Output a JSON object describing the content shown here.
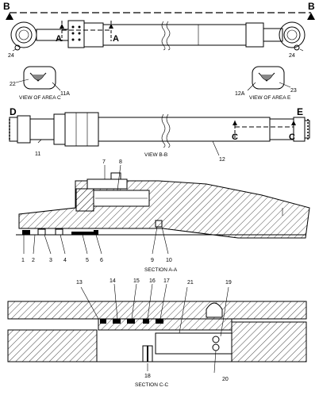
{
  "callouts": {
    "c24_left": "24",
    "c24_right": "24",
    "c22": "22",
    "c11a": "11A",
    "c12a": "12A",
    "c23": "23",
    "c11": "11",
    "c12": "12",
    "c7": "7",
    "c8": "8",
    "c1": "1",
    "c2": "2",
    "c3": "3",
    "c4": "4",
    "c5": "5",
    "c6": "6",
    "c9": "9",
    "c10": "10",
    "c13": "13",
    "c14": "14",
    "c15": "15",
    "c16": "16",
    "c17": "17",
    "c21": "21",
    "c19": "19",
    "c18": "18",
    "c20": "20"
  },
  "section_letters": {
    "b_left": "B",
    "b_right": "B",
    "a_left": "A",
    "a_right": "A",
    "d": "D",
    "e": "E",
    "c_left": "C",
    "c_right": "C"
  },
  "captions": {
    "view_area_c": "VIEW OF AREA C",
    "view_area_e": "VIEW OF AREA E",
    "view_bb": "VIEW B-B",
    "section_aa": "SECTION A-A",
    "section_cc": "SECTION C-C"
  }
}
